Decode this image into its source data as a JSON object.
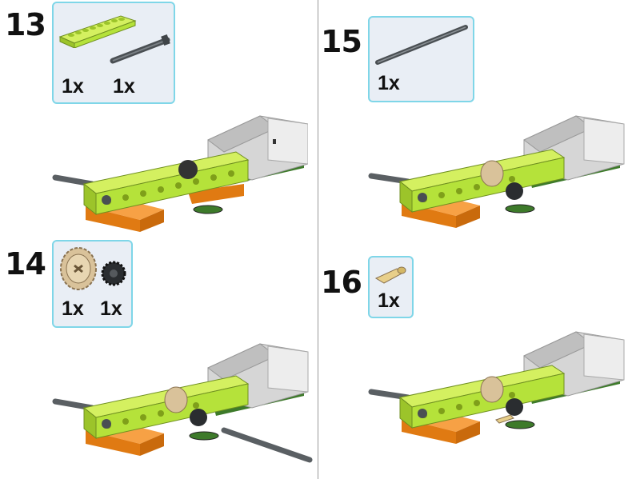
{
  "steps": [
    {
      "number": "13",
      "parts": [
        {
          "name": "beam",
          "qty": "1x"
        },
        {
          "name": "axle",
          "qty": "1x"
        }
      ]
    },
    {
      "number": "14",
      "parts": [
        {
          "name": "bevel-gear",
          "qty": "1x"
        },
        {
          "name": "small-gear",
          "qty": "1x"
        }
      ]
    },
    {
      "number": "15",
      "parts": [
        {
          "name": "long-axle",
          "qty": "1x"
        }
      ]
    },
    {
      "number": "16",
      "parts": [
        {
          "name": "pin",
          "qty": "1x"
        }
      ]
    }
  ],
  "colors": {
    "lime": "#b5e23a",
    "orange": "#f28c1e",
    "motor": "#cfcfcf",
    "axle": "#555a5e",
    "tan": "#d9c29a",
    "box_border": "#7fd6e8",
    "green_base": "#3d7a2a"
  }
}
